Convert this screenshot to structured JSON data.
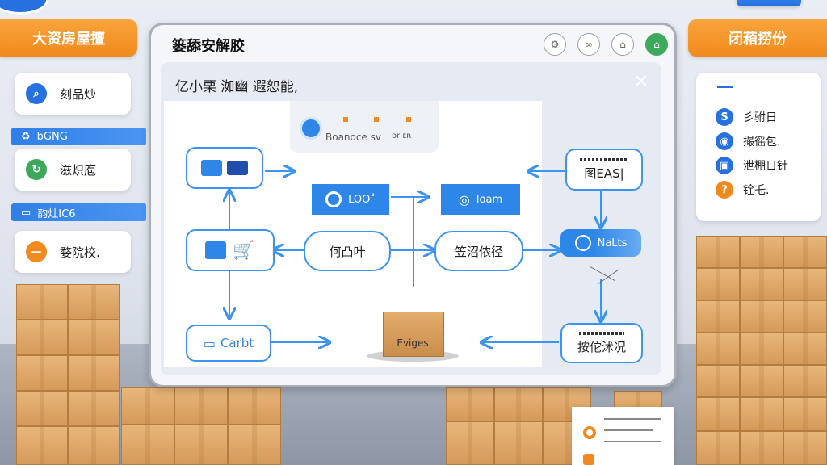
{
  "left_panel": {
    "header": "大资房屋擅",
    "items": [
      {
        "label": "刻品炒",
        "icon": "magnifier-icon",
        "color": "#2670df"
      },
      {
        "label": "滋炽庖",
        "icon": "recycle-icon",
        "color": "#3caa5a"
      },
      {
        "label": "婺院校.",
        "icon": "minus-icon",
        "color": "#f08a1e"
      }
    ],
    "tags": [
      "bGNG",
      "韵灶IC6"
    ]
  },
  "right_panel": {
    "header": "闭葙捞份",
    "items": [
      {
        "label": "彡驸日",
        "icon": "tag-icon",
        "color": "#2670df"
      },
      {
        "label": "撮徭包.",
        "icon": "globe-icon",
        "color": "#2670df"
      },
      {
        "label": "泄棚日针",
        "icon": "lock-icon",
        "color": "#2670df"
      },
      {
        "label": "铨乇.",
        "icon": "bulb-icon",
        "color": "#f08a1e"
      }
    ]
  },
  "window": {
    "title": "篓舔安解胶",
    "subtitle": "亿小栗 洳幽 遐恕能,",
    "info_card": {
      "line1": "Boanoce sv",
      "line2": "ᴅr ᴇʀ"
    },
    "controls": [
      "settings-icon",
      "link-icon",
      "home-outline-icon",
      "home-icon"
    ]
  },
  "flow": {
    "nodes": {
      "loo": "LOO˚",
      "loam": "loam",
      "center_left": "何凸叶",
      "center_right": "笠沼侬径",
      "nalts": "NaLts",
      "top_right": "图EAS|",
      "bottom_right": "按佗沭况",
      "cart": "Carbt",
      "box": "Eviges"
    }
  },
  "colors": {
    "accent": "#2e86e8",
    "orange": "#f08a1e",
    "line": "#3d94ee"
  }
}
